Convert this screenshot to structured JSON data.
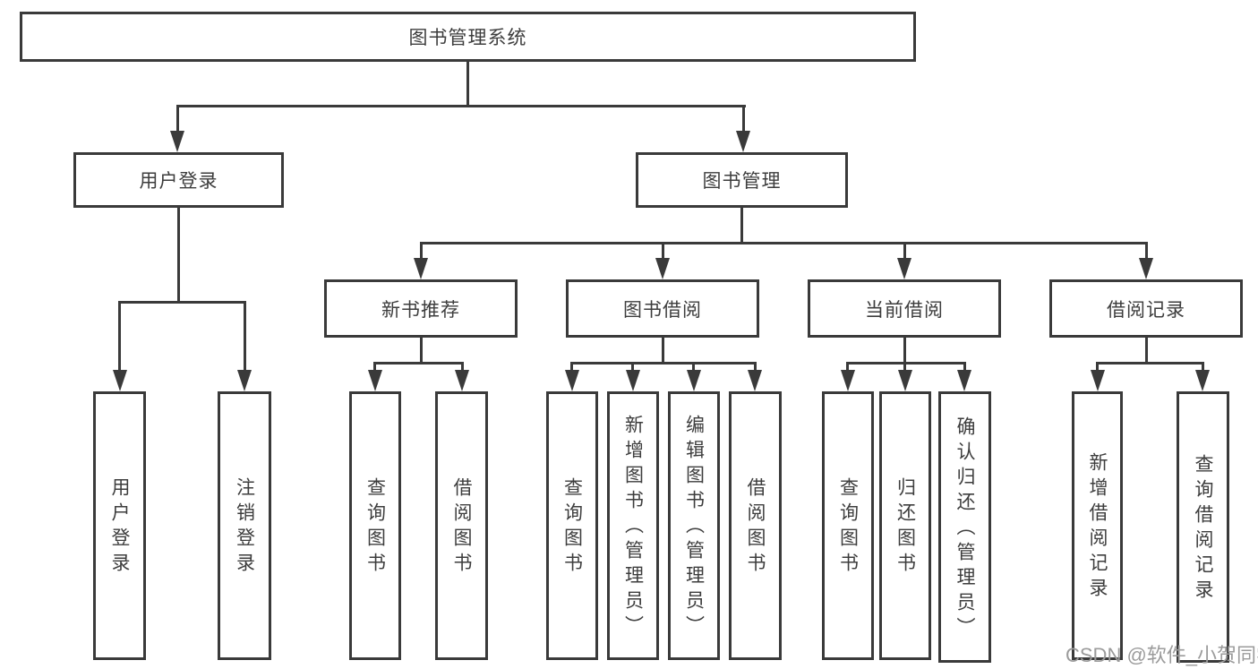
{
  "tree": {
    "label": "图书管理系统",
    "children": [
      {
        "label": "用户登录",
        "children": [
          {
            "label": "用户登录"
          },
          {
            "label": "注销登录"
          }
        ]
      },
      {
        "label": "图书管理",
        "children": [
          {
            "label": "新书推荐",
            "children": [
              {
                "label": "查询图书"
              },
              {
                "label": "借阅图书"
              }
            ]
          },
          {
            "label": "图书借阅",
            "children": [
              {
                "label": "查询图书"
              },
              {
                "label": "新增图书（管理员）"
              },
              {
                "label": "编辑图书（管理员）"
              },
              {
                "label": "借阅图书"
              }
            ]
          },
          {
            "label": "当前借阅",
            "children": [
              {
                "label": "查询图书"
              },
              {
                "label": "归还图书"
              },
              {
                "label": "确认归还（管理员）"
              }
            ]
          },
          {
            "label": "借阅记录",
            "children": [
              {
                "label": "新增借阅记录"
              },
              {
                "label": "查询借阅记录"
              }
            ]
          }
        ]
      }
    ]
  },
  "watermark": {
    "text": "CSDN @软件_小贺同学"
  },
  "colors": {
    "line": "#3a3a3a",
    "text": "#3d3d3d",
    "watermark": "#9b9b9b",
    "background": "#ffffff"
  }
}
